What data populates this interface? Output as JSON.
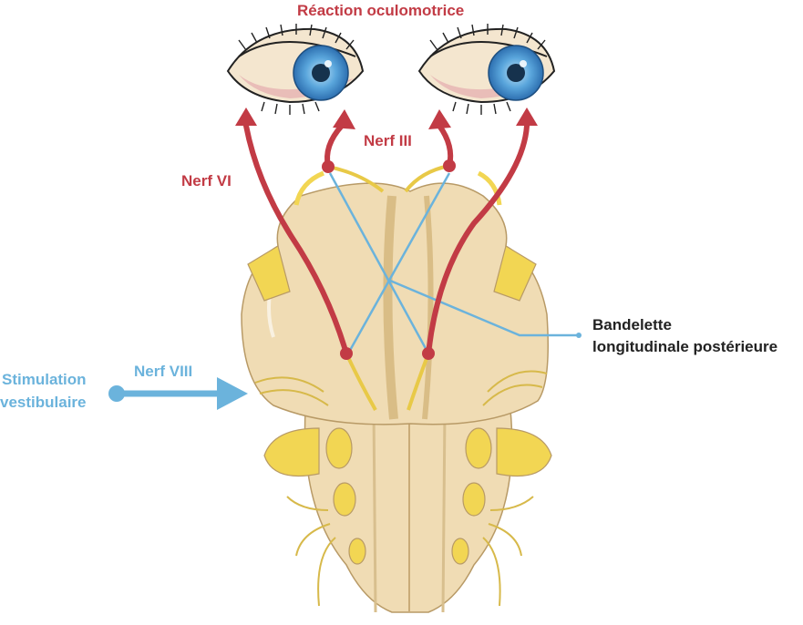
{
  "labels": {
    "title": "Réaction oculomotrice",
    "nerf_iii": "Nerf III",
    "nerf_vi": "Nerf VI",
    "nerf_viii": "Nerf VIII",
    "stimulation_line1": "Stimulation",
    "stimulation_line2": "vestibulaire",
    "bandelette_line1": "Bandelette",
    "bandelette_line2": "longitudinale postérieure"
  },
  "colors": {
    "motor_red": "#c23b45",
    "vestibular_blue": "#6bb3dc",
    "brainstem_beige": "#f0dcb4",
    "nerve_yellow": "#f2d653",
    "iris_blue": "#3f8fd0"
  }
}
